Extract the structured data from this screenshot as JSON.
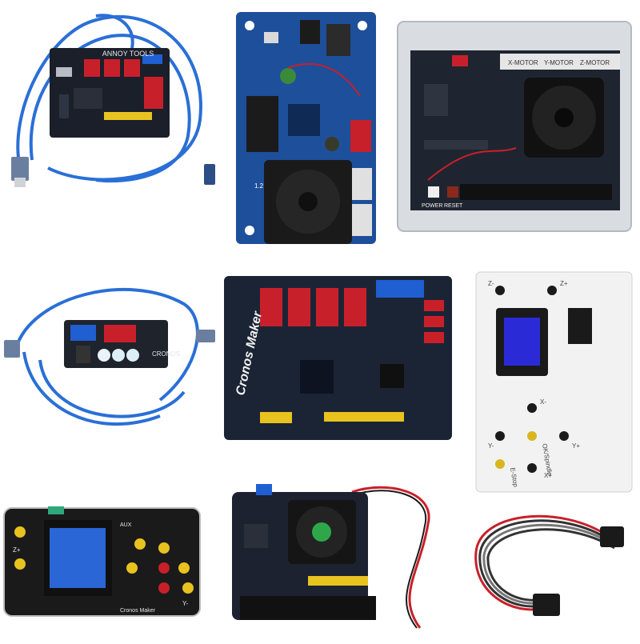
{
  "tiles": [
    {
      "name": "usb-controller-board-with-cable",
      "logo_text": "ANNOY TOOLS"
    },
    {
      "name": "blue-controller-board-with-fan",
      "silk_text": "1.2"
    },
    {
      "name": "acrylic-enclosed-controller",
      "labels": [
        "X-MOTOR",
        "Y-MOTOR",
        "Z-MOTOR"
      ],
      "bottom_labels": [
        "POWER",
        "RESET"
      ]
    },
    {
      "name": "nano-shield-with-cable",
      "brand": "CRONOS"
    },
    {
      "name": "cronos-maker-board",
      "brand": "Cronos Maker"
    },
    {
      "name": "offline-controller-white",
      "labels": [
        "Z-",
        "Z+",
        "X-",
        "Y-",
        "Y+",
        "X+",
        "OK/Spindle",
        "E-Stop"
      ]
    },
    {
      "name": "lcd-handheld-controller",
      "labels": [
        "Z+",
        "Y-",
        "AUX",
        "Cronos Maker"
      ]
    },
    {
      "name": "board-with-fan-stack"
    },
    {
      "name": "ribbon-cable-connector"
    }
  ],
  "colors": {
    "usb_blue": "#2a6fd6",
    "pcb_dark": "#1b1f2a",
    "pcb_blue": "#1e4f9a",
    "driver_red": "#c8202a",
    "terminal_blue": "#1f5fd1",
    "acrylic": "#d9dde2",
    "white_case": "#f2f2f2"
  }
}
